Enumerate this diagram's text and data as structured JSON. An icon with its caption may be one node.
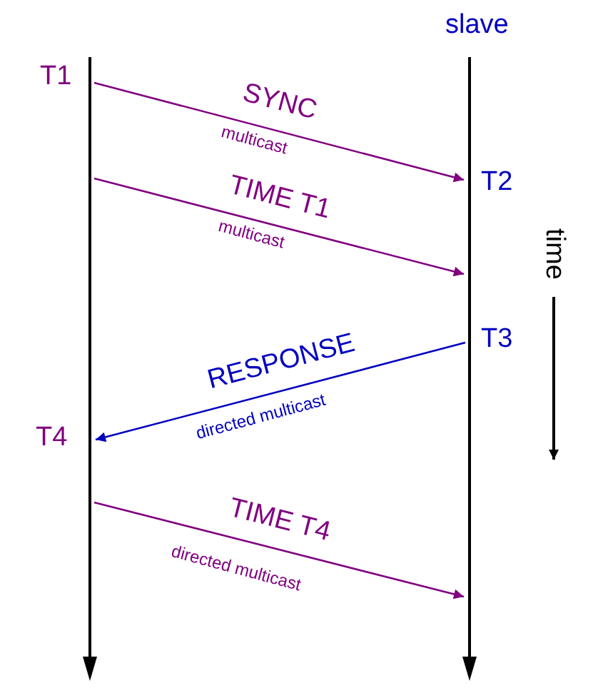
{
  "diagram": {
    "nodes": [
      {
        "text": [],
        "shape": "bar"
      },
      {
        "text": [
          "slave"
        ]
      }
    ],
    "edges": [
      {
        "from": 0,
        "to": 1,
        "arrow": "to",
        "label": "SYNC"
      },
      {
        "from": 0,
        "to": 1,
        "arrow": "to",
        "label": "TIME T1"
      },
      {
        "from": 1,
        "to": 0,
        "arrow": "to",
        "label": "RESPONSE",
        "color": "#0000c0"
      },
      {
        "from": 0,
        "to": 1,
        "arrow": "to",
        "label": "TIME T4"
      }
    ],
    "labels": [
      "T1",
      "multicast",
      "T2",
      "multicast",
      "time",
      "T3",
      "directed multicast",
      "T4",
      "directed multicast"
    ]
  }
}
